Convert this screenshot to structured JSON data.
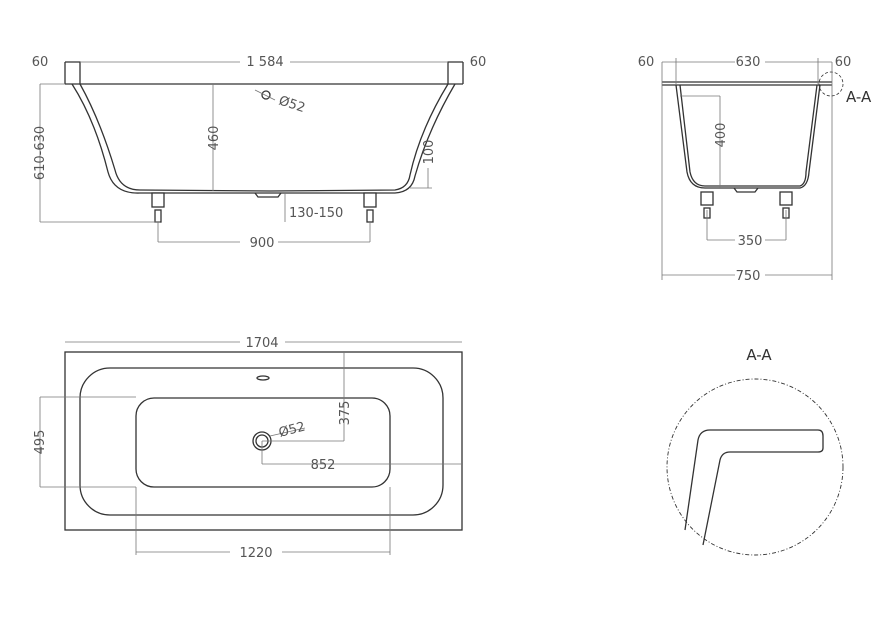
{
  "front_view": {
    "overall_length": "1 584",
    "rim_left": "60",
    "rim_right": "60",
    "height": "610-630",
    "depth": "460",
    "drain": "Ø52",
    "step": "100",
    "leg_height": "130-150",
    "leg_spacing": "900"
  },
  "side_view": {
    "rim_left": "60",
    "inner_width": "630",
    "rim_right": "60",
    "depth": "400",
    "leg_spacing": "350",
    "overall_width": "750",
    "section_marker": "A-A"
  },
  "plan_view": {
    "length": "1704",
    "width": "495",
    "drain_offset_y": "375",
    "drain": "Ø52",
    "drain_offset_x": "852",
    "basin_length": "1220"
  },
  "detail": {
    "title": "A-A"
  }
}
